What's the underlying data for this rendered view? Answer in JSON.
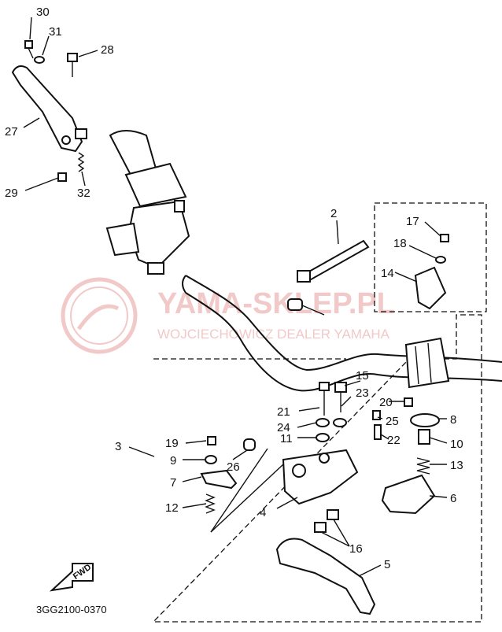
{
  "diagram": {
    "code": "3GG2100-0370",
    "fwd_label": "FWD",
    "watermark": {
      "title": "YAMA-SKLEP.PL",
      "subtitle": "WOJCIECHOWICZ DEALER YAMAHA"
    },
    "callouts": {
      "p30": "30",
      "p31": "31",
      "p28": "28",
      "p27": "27",
      "p29": "29",
      "p32": "32",
      "p2": "2",
      "p17": "17",
      "p18": "18",
      "p14": "14",
      "p3": "3",
      "p15": "15",
      "p23": "23",
      "p21": "21",
      "p24": "24",
      "p11": "11",
      "p19": "19",
      "p9": "9",
      "p26": "26",
      "p7": "7",
      "p12": "12",
      "p4": "4",
      "p16": "16",
      "p5": "5",
      "p20": "20",
      "p25": "25",
      "p8": "8",
      "p22": "22",
      "p10": "10",
      "p13": "13",
      "p6": "6"
    }
  }
}
